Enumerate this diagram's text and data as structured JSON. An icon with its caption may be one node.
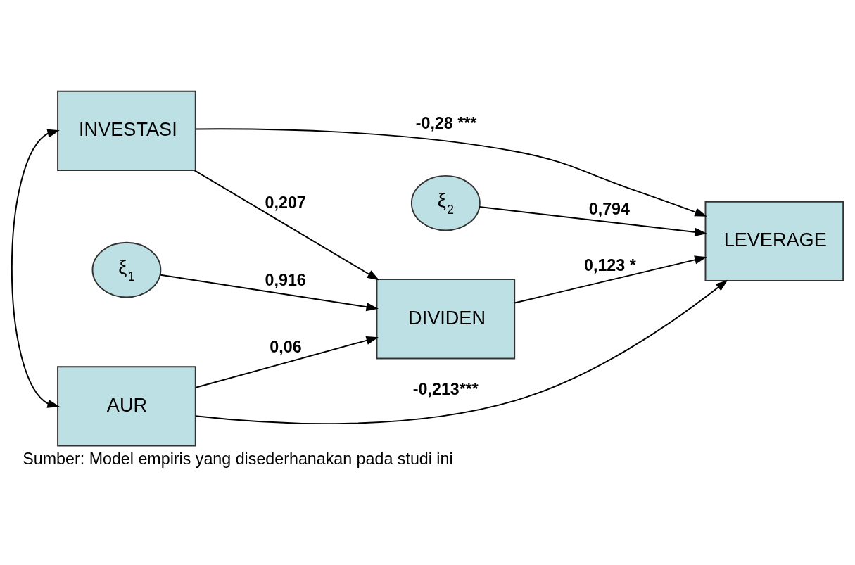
{
  "diagram": {
    "caption": "Sumber: Model empiris yang disederhanakan pada studi ini",
    "nodes": [
      {
        "text": [
          "INVESTASI"
        ]
      },
      {
        "text": [
          "ξ$_{2}$"
        ]
      },
      {
        "text": [
          "ξ$_{1}$"
        ]
      },
      {
        "text": [
          "DIVIDEN"
        ]
      },
      {
        "text": [
          "LEVERAGE"
        ]
      },
      {
        "text": [
          "AUR"
        ]
      }
    ],
    "edges": [
      {
        "from": 0,
        "to": 5,
        "arrow": "both"
      },
      {
        "from": 0,
        "to": 3,
        "arrow": "to",
        "label": "0,207"
      },
      {
        "from": 0,
        "to": 4,
        "arrow": "to",
        "label": "-0,28 ***"
      },
      {
        "from": 1,
        "to": 4,
        "arrow": "to",
        "label": "0,794"
      },
      {
        "from": 2,
        "to": 3,
        "arrow": "to",
        "label": "0,916"
      },
      {
        "from": 3,
        "to": 4,
        "arrow": "to",
        "label": "0,123 *"
      },
      {
        "from": 5,
        "to": 3,
        "arrow": "to",
        "label": "0,06"
      },
      {
        "from": 5,
        "to": 4,
        "arrow": "to",
        "label": "-0,213***"
      }
    ]
  }
}
